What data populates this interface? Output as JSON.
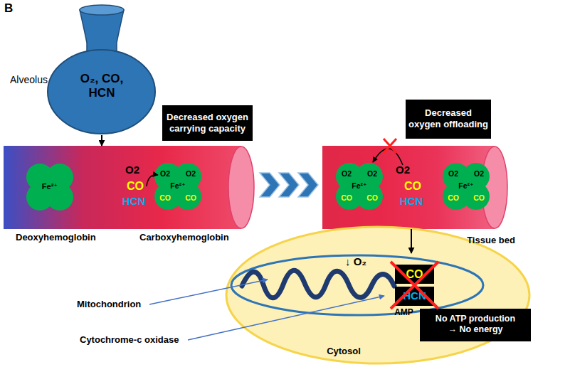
{
  "diagram": {
    "nodes": [
      {
        "text": [
          "O₂, CO, HCN"
        ]
      },
      {
        "text": [
          "Decreased oxygen carrying capacity"
        ]
      },
      {
        "text": [
          "O2",
          "CO",
          "HCN"
        ]
      },
      {
        "text": [
          "Fe²⁺"
        ],
        "in": 2
      },
      {
        "text": [
          "O2",
          "O2",
          "Fe²⁺",
          "CO",
          "CO"
        ],
        "in": 2
      },
      {
        "text": [
          "Decreased oxygen offloading"
        ]
      },
      {
        "text": [
          "O2",
          "CO",
          "HCN"
        ]
      },
      {
        "text": [
          "O2",
          "O2",
          "Fe²⁺",
          "CO",
          "CO"
        ],
        "in": 6
      },
      {
        "text": [
          "O2",
          "O2",
          "Fe²⁺",
          "CO",
          "CO"
        ],
        "in": 6
      },
      {
        "text": [
          "Tissue bed",
          "Cytosol"
        ]
      },
      {
        "text": [
          "↓ O₂",
          "AMP"
        ],
        "in": 9
      },
      {
        "text": [
          "CO"
        ],
        "in": 10
      },
      {
        "text": [
          "HCN"
        ],
        "in": 10
      },
      {
        "text": [
          "No ATP production → No energy"
        ],
        "in": 9
      }
    ],
    "edges": [
      {
        "from": 0,
        "to": 2,
        "arrow": "to"
      },
      {
        "from": 6,
        "to": 10,
        "arrow": "to"
      }
    ],
    "labels": [
      "B",
      "Alveolus",
      "Deoxyhemoglobin",
      "Carboxyhemoglobin",
      "Mitochondrion",
      "Cytochrome-c oxidase"
    ]
  }
}
